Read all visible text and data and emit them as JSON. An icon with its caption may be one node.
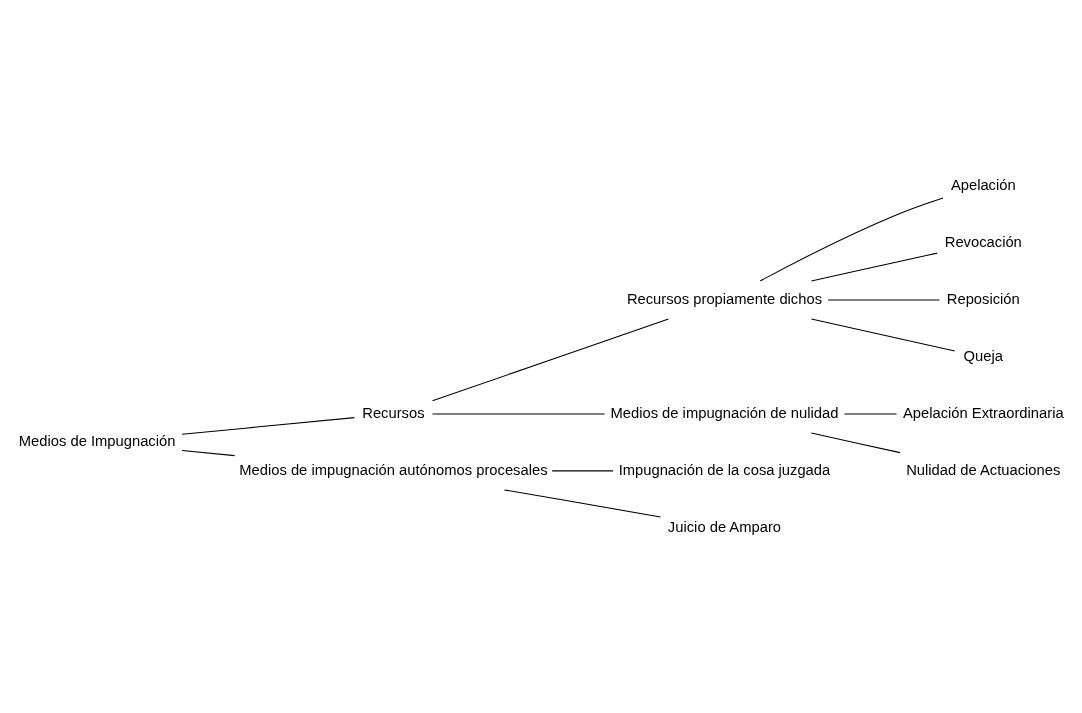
{
  "diagram": {
    "nodes": [
      {
        "text": [
          "Medios de Impugnación"
        ]
      },
      {
        "text": [
          "Recursos"
        ]
      },
      {
        "text": [
          "Recursos propiamente dichos"
        ]
      },
      {
        "text": [
          "Apelación"
        ]
      },
      {
        "text": [
          "Revocación"
        ]
      },
      {
        "text": [
          "Reposición"
        ]
      },
      {
        "text": [
          "Queja"
        ]
      },
      {
        "text": [
          "Medios de impugnación de nulidad"
        ]
      },
      {
        "text": [
          "Apelación Extraordinaria"
        ]
      },
      {
        "text": [
          "Nulidad de Actuaciones"
        ]
      },
      {
        "text": [
          "Medios de impugnación autónomos procesales"
        ]
      },
      {
        "text": [
          "Impugnación de la cosa juzgada"
        ]
      },
      {
        "text": [
          "Juicio de Amparo"
        ]
      }
    ],
    "edges": [
      {
        "from": 0,
        "to": 1,
        "arrow": "none"
      },
      {
        "from": 0,
        "to": 10,
        "arrow": "none"
      },
      {
        "from": 1,
        "to": 2,
        "arrow": "none"
      },
      {
        "from": 1,
        "to": 7,
        "arrow": "none"
      },
      {
        "from": 2,
        "to": 3,
        "arrow": "none"
      },
      {
        "from": 2,
        "to": 4,
        "arrow": "none"
      },
      {
        "from": 2,
        "to": 5,
        "arrow": "none"
      },
      {
        "from": 2,
        "to": 6,
        "arrow": "none"
      },
      {
        "from": 7,
        "to": 8,
        "arrow": "none"
      },
      {
        "from": 7,
        "to": 9,
        "arrow": "none"
      },
      {
        "from": 10,
        "to": 11,
        "arrow": "none"
      },
      {
        "from": 10,
        "to": 12,
        "arrow": "none"
      }
    ]
  }
}
